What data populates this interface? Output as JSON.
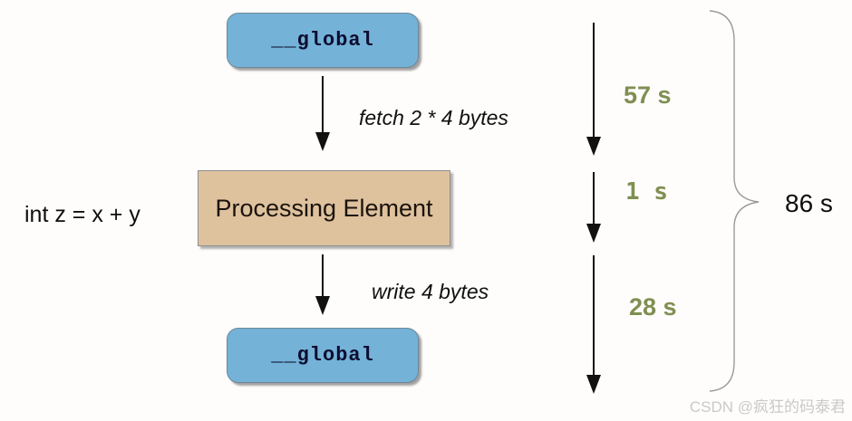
{
  "diagram": {
    "memory_top": {
      "label": "__global"
    },
    "memory_bottom": {
      "label": "__global"
    },
    "processing_element": {
      "label": "Processing Element"
    },
    "code_label": "int z = x + y",
    "fetch_label": "fetch 2 * 4 bytes",
    "write_label": "write 4 bytes",
    "timings": {
      "fetch_time": "57 s",
      "compute_time": "1 s",
      "write_time": "28 s",
      "total_time": "86 s"
    },
    "colors": {
      "memory_box_fill": "#74b2d8",
      "pe_box_fill": "#dec29e",
      "timing_text": "#7f8f52",
      "arrow": "#111111",
      "brace": "#9a9a9a"
    }
  },
  "watermark": "CSDN @疯狂的码泰君"
}
